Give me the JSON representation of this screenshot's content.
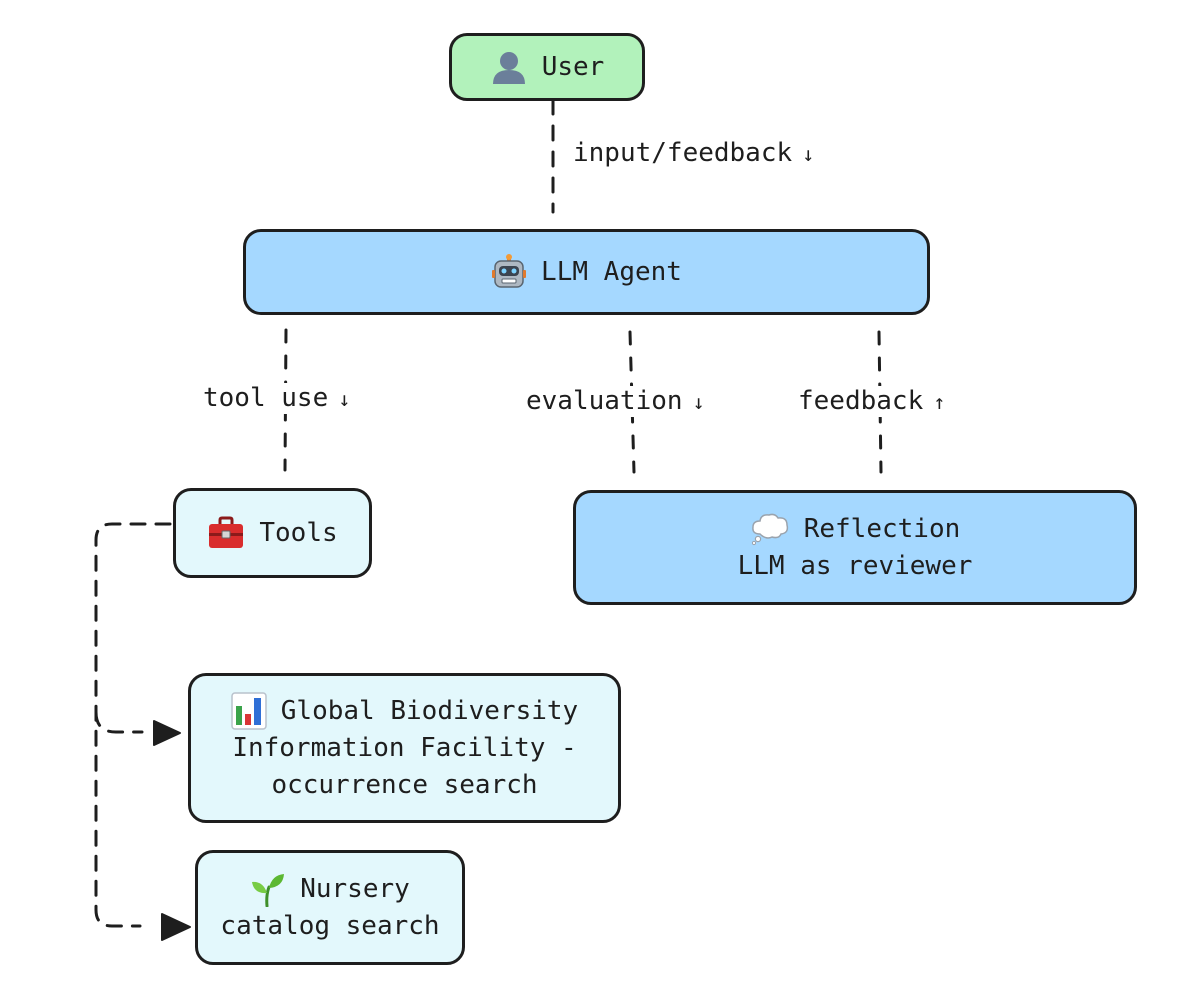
{
  "nodes": {
    "user": {
      "label": "User",
      "icon": "user-silhouette-icon",
      "color": "#b2f2bb"
    },
    "agent": {
      "label": "LLM Agent",
      "icon": "robot-icon",
      "color": "#a5d8ff"
    },
    "tools": {
      "label": "Tools",
      "icon": "toolbox-icon",
      "color": "#e3f8fc"
    },
    "reflection": {
      "line1": "Reflection",
      "line2": "LLM as reviewer",
      "icon": "thought-balloon-icon",
      "color": "#a5d8ff"
    },
    "gbif": {
      "line1": "Global Biodiversity",
      "line2": "Information Facility -",
      "line3": "occurrence search",
      "icon": "bar-chart-icon",
      "color": "#e3f8fc"
    },
    "nursery": {
      "line1": "Nursery",
      "line2": "catalog search",
      "icon": "seedling-icon",
      "color": "#e3f8fc"
    }
  },
  "edges": {
    "user_agent": {
      "label": "input/feedback",
      "arrow": "↓"
    },
    "agent_tools": {
      "label": "tool use",
      "arrow": "↓"
    },
    "agent_reflection_eval": {
      "label": "evaluation",
      "arrow": "↓"
    },
    "reflection_agent_feedback": {
      "label": "feedback",
      "arrow": "↑"
    }
  },
  "style": {
    "stroke": "#1e1e1e"
  }
}
